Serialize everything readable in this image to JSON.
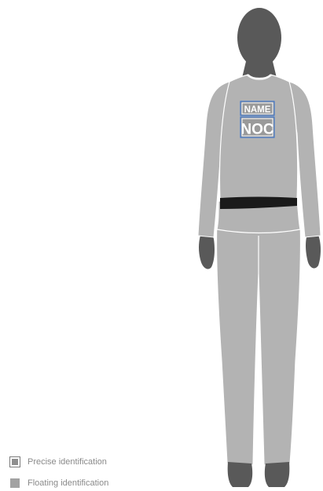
{
  "figure": {
    "badge": {
      "name_text": "NAME",
      "noc_text": "NOC"
    }
  },
  "legend": {
    "precise_label": "Precise identification",
    "floating_label": "Floating identification"
  },
  "colors": {
    "garment": "#b3b3b3",
    "skin": "#595959",
    "belt": "#1a1a1a",
    "badge_fill": "#9a9a9a",
    "badge_border": "#2f6fd0"
  }
}
